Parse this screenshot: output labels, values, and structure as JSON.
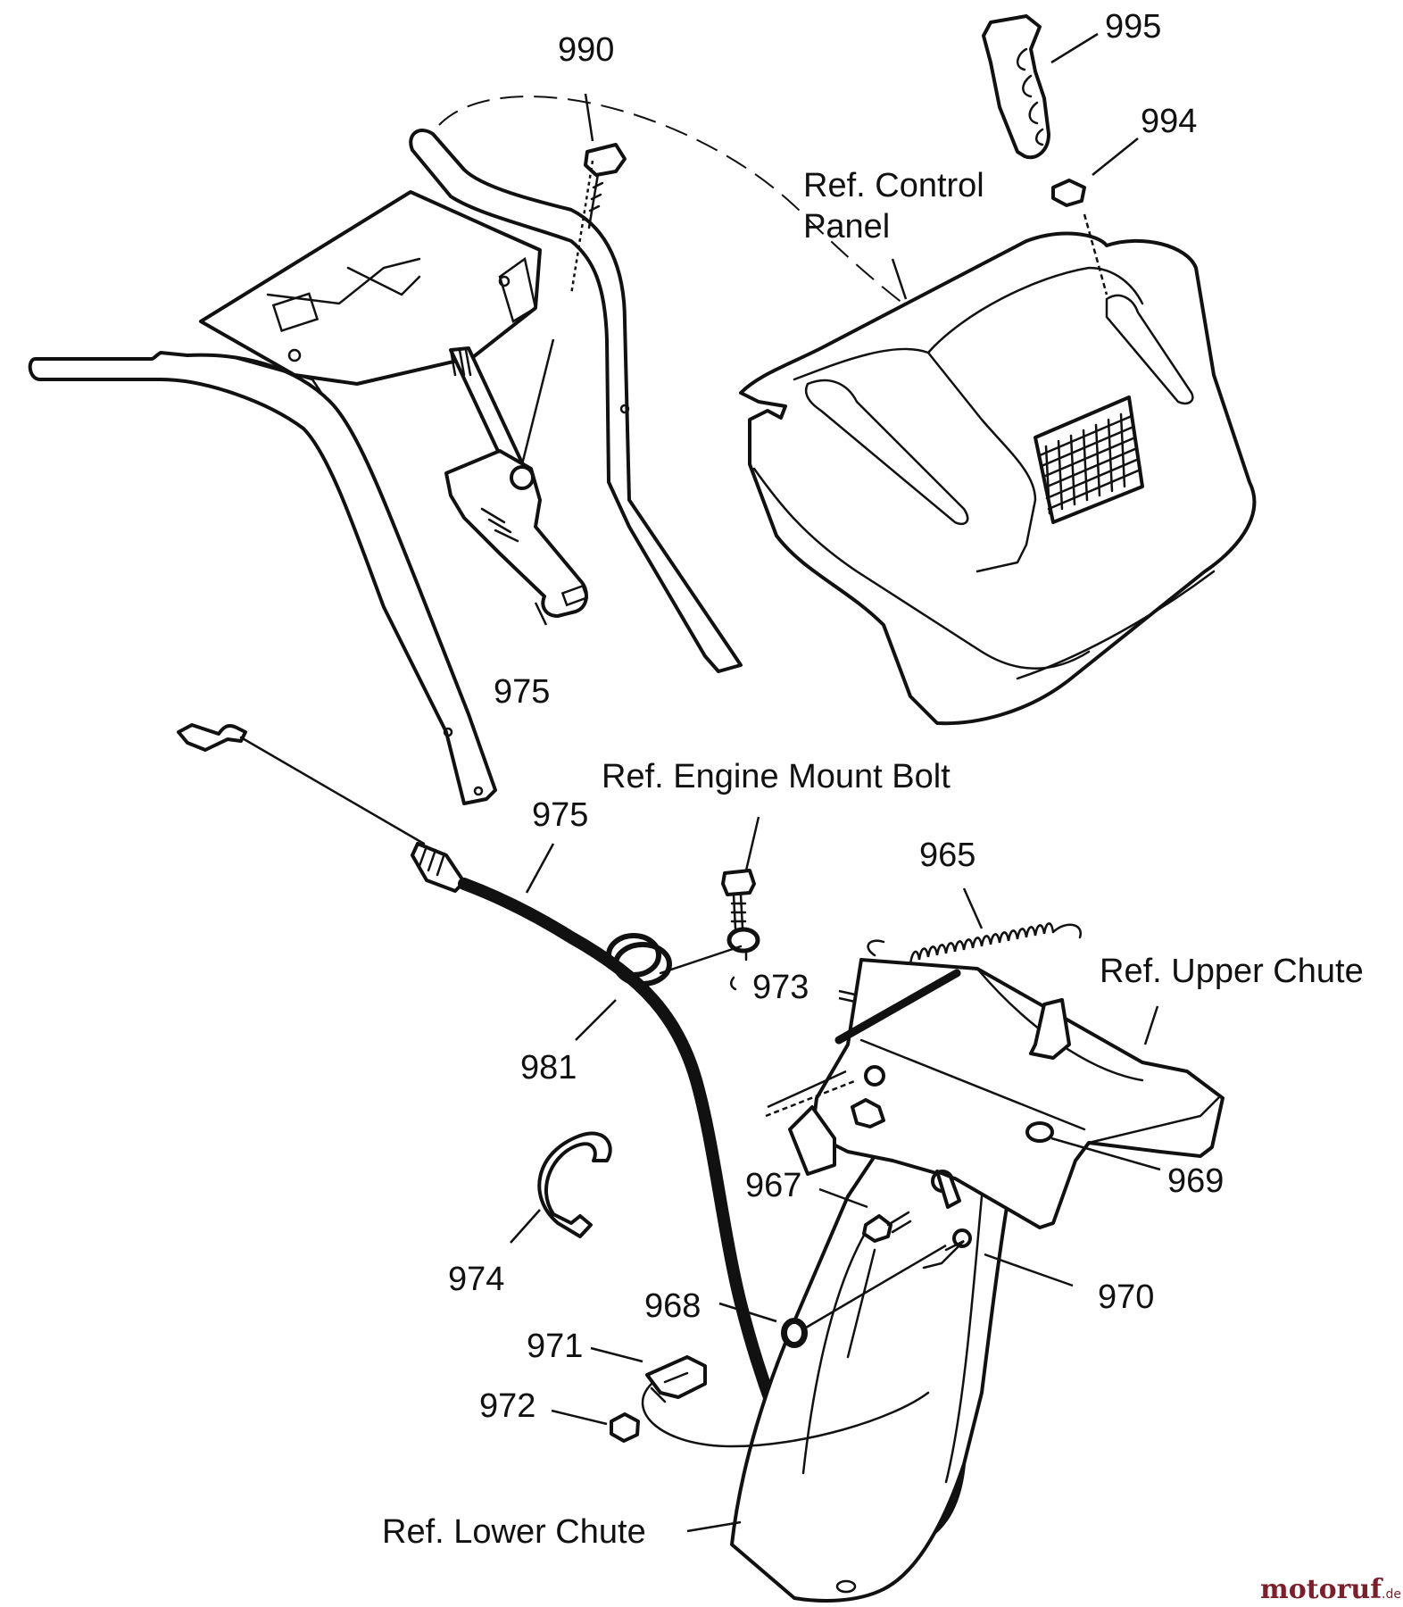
{
  "labels": {
    "p990": "990",
    "p995": "995",
    "p994": "994",
    "ref_control_panel_1": "Ref. Control",
    "ref_control_panel_2": "Panel",
    "p975_upper": "975",
    "ref_engine_mount_bolt": "Ref. Engine Mount Bolt",
    "p975_lower": "975",
    "p965": "965",
    "p973": "973",
    "ref_upper_chute": "Ref. Upper Chute",
    "p981": "981",
    "p969": "969",
    "p967": "967",
    "p974": "974",
    "p970": "970",
    "p968": "968",
    "p971": "971",
    "p972": "972",
    "ref_lower_chute": "Ref. Lower Chute"
  },
  "watermark": {
    "main": "motoruf",
    "suffix": ".de",
    "color": "#7a1f2b"
  },
  "icons": {
    "handle": "handle-icon",
    "lever": "lever-icon",
    "control_panel": "control-panel-icon",
    "grip": "grip-icon",
    "cable": "cable-icon",
    "spring": "spring-icon",
    "clip": "clip-icon",
    "chute": "chute-icon"
  }
}
